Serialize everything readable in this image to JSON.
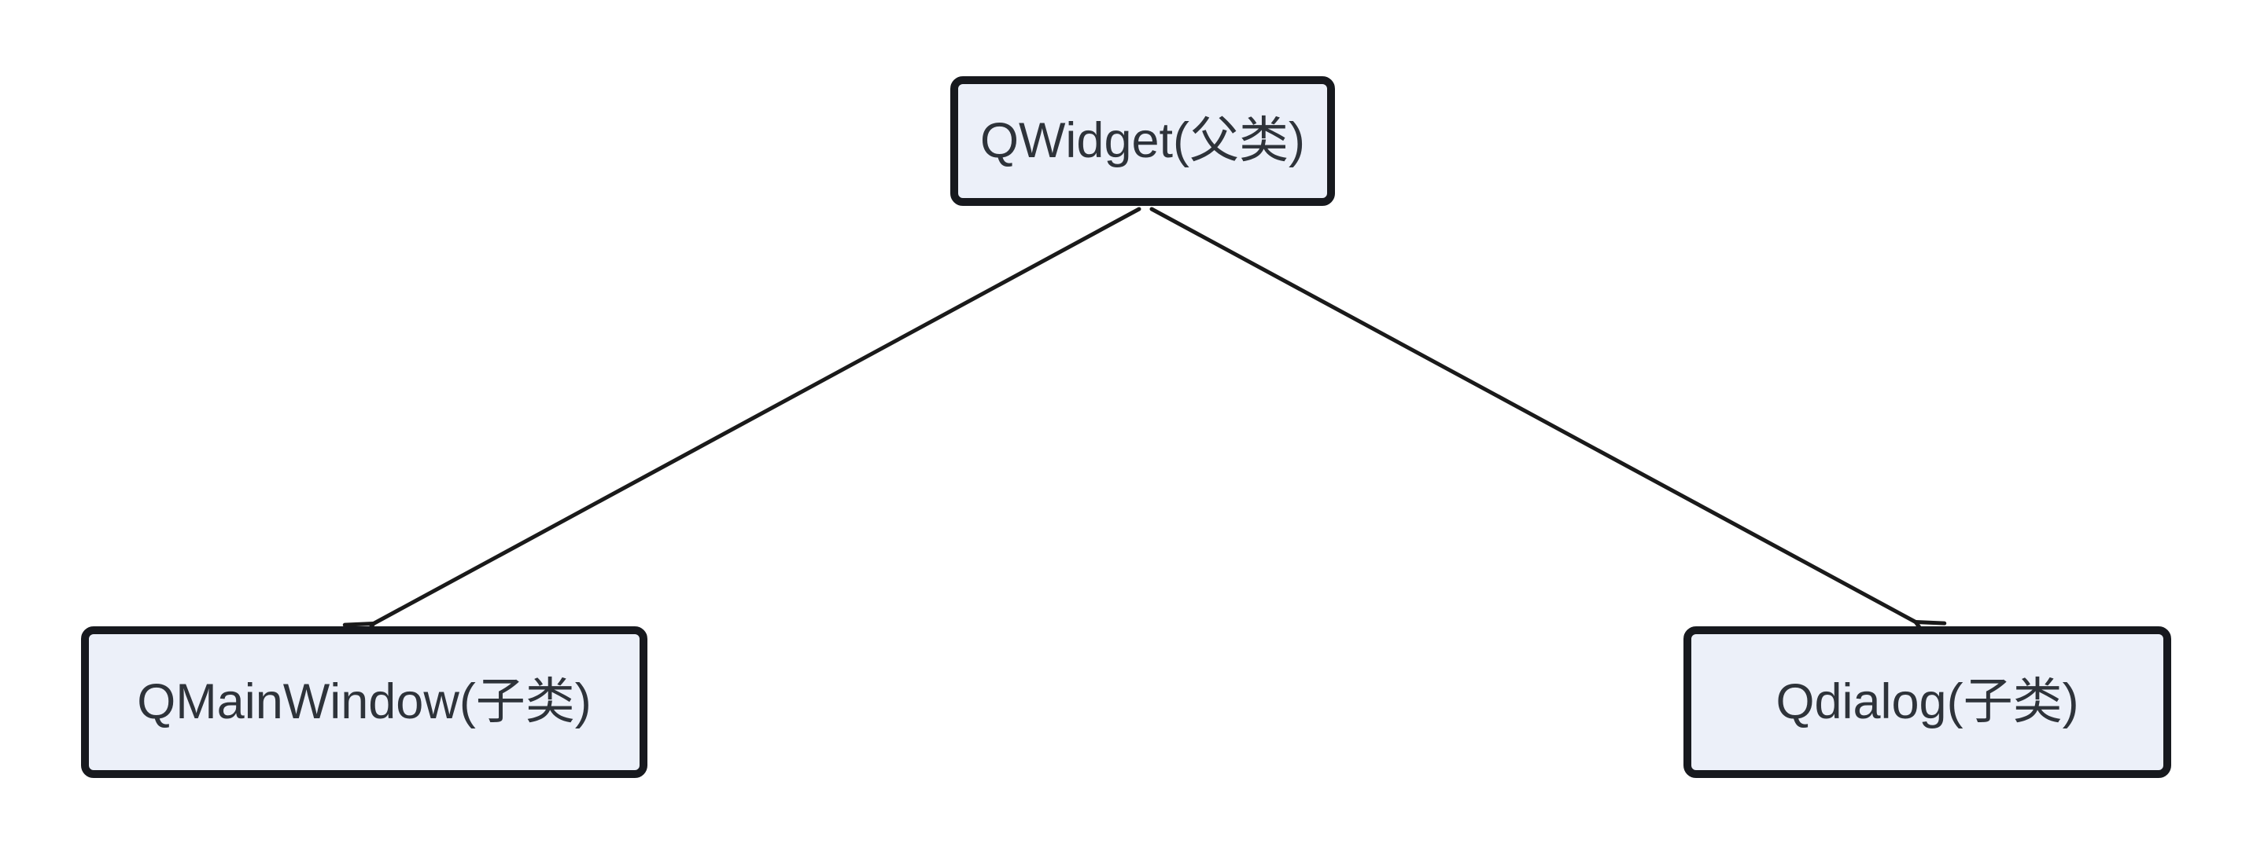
{
  "diagram": {
    "type": "flowchart-inheritance",
    "background_color": "#ffffff",
    "colors": {
      "node_fill": "#ecf0f9",
      "node_border": "#17191e",
      "node_text": "#2e333a",
      "edge_line": "#1a1a1a"
    },
    "nodes": [
      {
        "id": "qwidget",
        "label": "QWidget(父类)",
        "role": "parent-class"
      },
      {
        "id": "qmainwindow",
        "label": "QMainWindow(子类)",
        "role": "child-class"
      },
      {
        "id": "qdialog",
        "label": "Qdialog(子类)",
        "role": "child-class"
      }
    ],
    "edges": [
      {
        "from": "qwidget",
        "to": "qmainwindow",
        "arrowhead": "open-v"
      },
      {
        "from": "qwidget",
        "to": "qdialog",
        "arrowhead": "open-v"
      }
    ]
  }
}
